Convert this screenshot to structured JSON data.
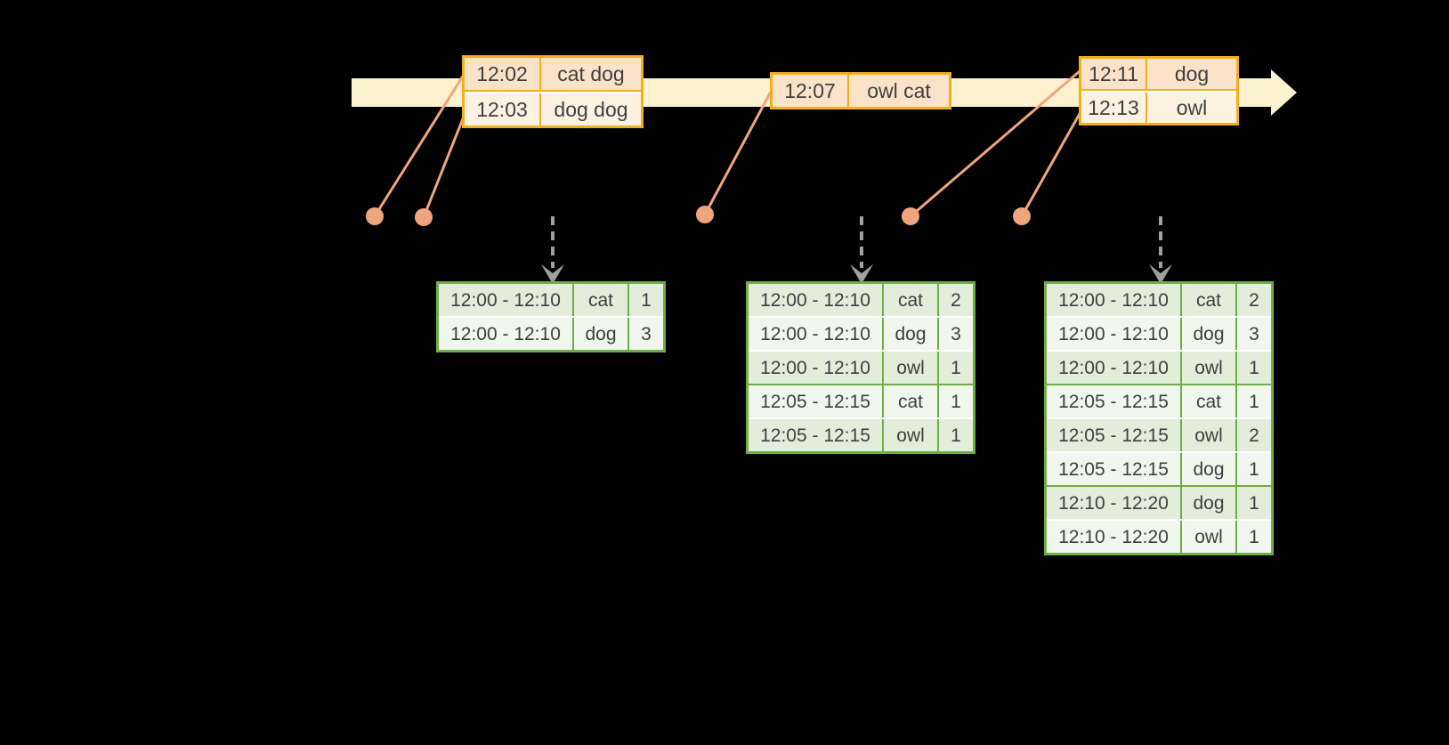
{
  "colors": {
    "background": "#000000",
    "timeline-fill": "#FCF2CD",
    "event-border": "#F0B01E",
    "event-row-dark": "#FBE3C9",
    "event-row-light": "#FDF2E2",
    "connector": "#F0A67D",
    "result-border": "#70AD47",
    "result-row-dark": "#E3EEDA",
    "result-row-light": "#F2F7EE",
    "trigger-arrow": "#A0A0A0",
    "text": "#3F3F3F"
  },
  "glyphs": {
    "timeline-axis": "right-arrow",
    "trigger": "dashed-down-arrow",
    "event-marker": "dot"
  },
  "timeline": {
    "event_tables": [
      {
        "rows": [
          {
            "time": "12:02",
            "words": "cat dog"
          },
          {
            "time": "12:03",
            "words": "dog dog"
          }
        ]
      },
      {
        "rows": [
          {
            "time": "12:07",
            "words": "owl cat"
          }
        ]
      },
      {
        "rows": [
          {
            "time": "12:11",
            "words": "dog"
          },
          {
            "time": "12:13",
            "words": "owl"
          }
        ]
      }
    ]
  },
  "result_tables": [
    {
      "rows": [
        {
          "window": "12:00 - 12:10",
          "word": "cat",
          "count": "1"
        },
        {
          "window": "12:00 - 12:10",
          "word": "dog",
          "count": "3"
        }
      ]
    },
    {
      "rows": [
        {
          "window": "12:00 - 12:10",
          "word": "cat",
          "count": "2"
        },
        {
          "window": "12:00 - 12:10",
          "word": "dog",
          "count": "3"
        },
        {
          "window": "12:00 - 12:10",
          "word": "owl",
          "count": "1"
        },
        {
          "window": "12:05 - 12:15",
          "word": "cat",
          "count": "1",
          "divider": "group-start"
        },
        {
          "window": "12:05 - 12:15",
          "word": "owl",
          "count": "1"
        }
      ]
    },
    {
      "rows": [
        {
          "window": "12:00 - 12:10",
          "word": "cat",
          "count": "2"
        },
        {
          "window": "12:00 - 12:10",
          "word": "dog",
          "count": "3"
        },
        {
          "window": "12:00 - 12:10",
          "word": "owl",
          "count": "1"
        },
        {
          "window": "12:05 - 12:15",
          "word": "cat",
          "count": "1",
          "divider": "group-start"
        },
        {
          "window": "12:05 - 12:15",
          "word": "owl",
          "count": "2"
        },
        {
          "window": "12:05 - 12:15",
          "word": "dog",
          "count": "1"
        },
        {
          "window": "12:10 - 12:20",
          "word": "dog",
          "count": "1",
          "divider": "group-start"
        },
        {
          "window": "12:10 - 12:20",
          "word": "owl",
          "count": "1"
        }
      ]
    }
  ]
}
